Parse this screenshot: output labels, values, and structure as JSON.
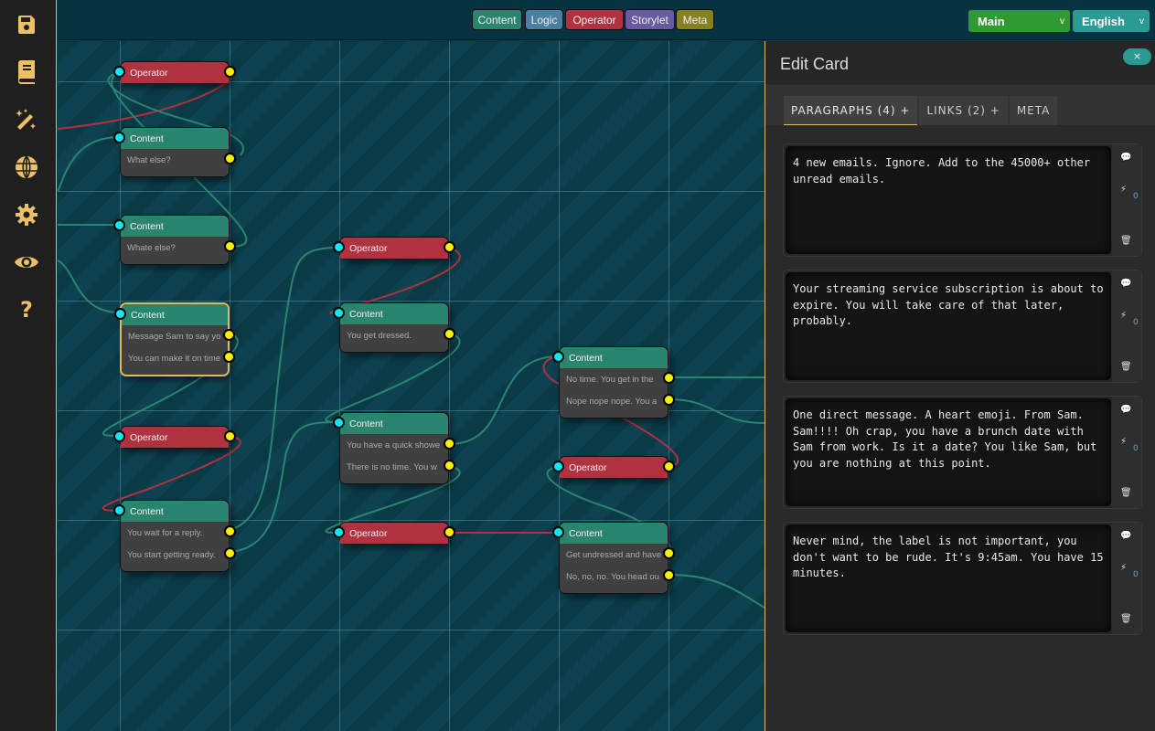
{
  "sidebar": {
    "items": [
      {
        "name": "save",
        "glyph": "💾"
      },
      {
        "name": "book"
      },
      {
        "name": "magic-wand"
      },
      {
        "name": "globe"
      },
      {
        "name": "settings"
      },
      {
        "name": "preview"
      },
      {
        "name": "help",
        "glyph": "?"
      }
    ]
  },
  "toolbar": {
    "types": [
      {
        "label": "Content",
        "color": "#2a8570"
      },
      {
        "label": "Logic",
        "color": "#4a7fa0"
      },
      {
        "label": "Operator",
        "color": "#b0313f"
      },
      {
        "label": "Storylet",
        "color": "#6a5aa0"
      },
      {
        "label": "Meta",
        "color": "#858020"
      }
    ],
    "branch": {
      "value": "Main",
      "color": "#2f9a2f"
    },
    "language": {
      "value": "English",
      "color": "#2a9a95"
    }
  },
  "nodes": [
    {
      "type": "Operator",
      "rows": []
    },
    {
      "type": "Content",
      "rows": [
        "What else?"
      ]
    },
    {
      "type": "Content",
      "rows": [
        "Whate else?"
      ]
    },
    {
      "type": "Content",
      "rows": [
        "Message Sam to say yo",
        "You can make it on time"
      ]
    },
    {
      "type": "Operator",
      "rows": []
    },
    {
      "type": "Content",
      "rows": [
        "You wait for a reply.",
        "You start getting ready."
      ]
    },
    {
      "type": "Operator",
      "rows": []
    },
    {
      "type": "Content",
      "rows": [
        "You get dressed."
      ]
    },
    {
      "type": "Content",
      "rows": [
        "You have a quick showe",
        "There is no time. You w"
      ]
    },
    {
      "type": "Operator",
      "rows": []
    },
    {
      "type": "Content",
      "rows": [
        "No time. You get in the",
        "Nope nope nope. You a"
      ]
    },
    {
      "type": "Operator",
      "rows": []
    },
    {
      "type": "Content",
      "rows": [
        "Get undressed and have",
        "No, no, no. You head ou"
      ]
    }
  ],
  "panel": {
    "title": "Edit Card",
    "close": "×",
    "tabs": [
      "PARAGRAPHS (4) +",
      "LINKS (2) +",
      "META"
    ],
    "paragraphs": [
      {
        "text": "4 new emails. Ignore. Add to the 45000+ other unread emails.",
        "count": "0"
      },
      {
        "text": "Your streaming service subscription is about to expire. You will take care of that later, probably.",
        "count": "0"
      },
      {
        "text": "One direct message. A heart emoji. From Sam. Sam!!!! Oh crap, you have a brunch date with Sam from work. Is it a date? You like Sam, but you are nothing at this point.",
        "count": "0"
      },
      {
        "text": "Never mind, the label is not important, you don't want to be rude. It's 9:45am. You have 15 minutes.",
        "count": "0"
      }
    ]
  }
}
